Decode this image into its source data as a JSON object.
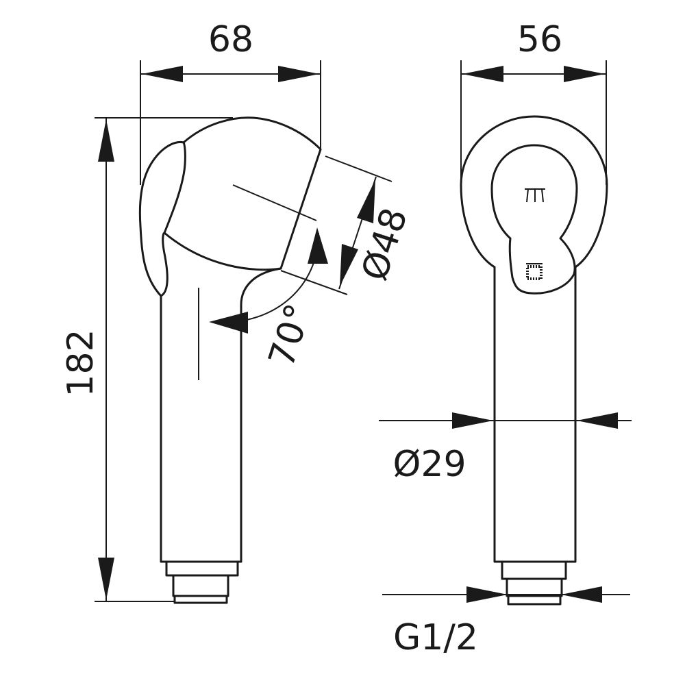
{
  "drawing": {
    "type": "technical dimension drawing of hand shower",
    "line_color": "#1a1a1a",
    "background": "#ffffff"
  },
  "dimensions": {
    "side_width": "68",
    "front_width": "56",
    "total_height": "182",
    "head_diameter": "Ø48",
    "tilt_angle": "70°",
    "handle_diameter": "Ø29",
    "thread": "G1/2"
  }
}
